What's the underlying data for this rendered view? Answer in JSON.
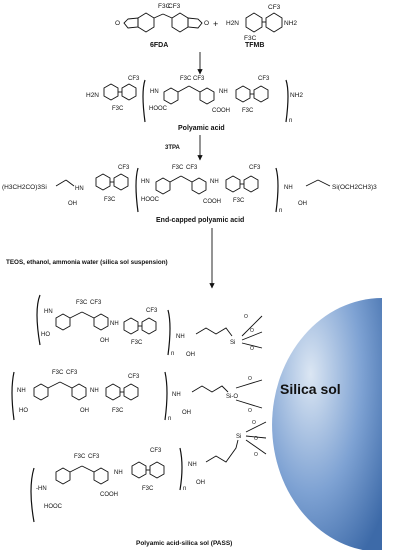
{
  "scheme": {
    "reactant_1": "6FDA",
    "reactant_2": "TFMB",
    "plus_sign": "+",
    "intermediate_1": "Polyamic acid",
    "reagent_1": "3TPA",
    "intermediate_2": "End-capped polyamic acid",
    "reagent_2": "TEOS, ethanol, ammonia water (silica sol suspension)",
    "product": "Polyamic acid-silica sol (PASS)",
    "silica_label": "Silica sol"
  },
  "atoms": {
    "cf3": "CF3",
    "f3c": "F3C",
    "h2n": "H2N",
    "nh2": "NH2",
    "nh": "NH",
    "hn": "HN",
    "hooc": "HOOC",
    "cooh": "COOH",
    "oh": "OH",
    "ho": "HO",
    "n": "n",
    "o": "O",
    "si": "Si",
    "si_o": "Si-O",
    "left_endgroup": "(H3CH2CO)3Si",
    "right_endgroup": "Si(OCH2CH3)3",
    "minus_hn": "-HN"
  },
  "colors": {
    "sphere_light": "#dbe6f3",
    "sphere_mid": "#7ea2d3",
    "sphere_dark": "#3d6aa8",
    "text": "#111111"
  }
}
